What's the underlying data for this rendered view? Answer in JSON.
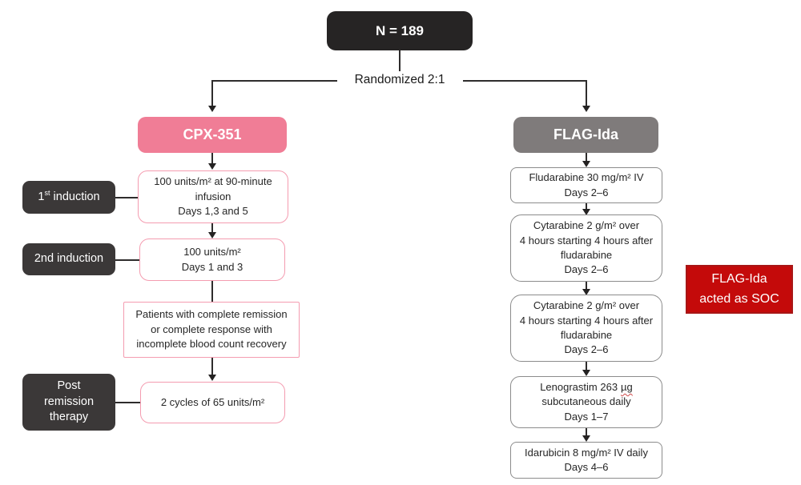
{
  "top": {
    "n_label": "N = 189",
    "randomized_label": "Randomized 2:1"
  },
  "cpx": {
    "header": "CPX-351",
    "side_labels": {
      "first": {
        "num": "1",
        "sup": "st",
        "rest": " induction"
      },
      "second": "2nd induction",
      "post": [
        "Post",
        "remission",
        "therapy"
      ]
    },
    "boxes": [
      {
        "lines": [
          "100 units/m² at 90-minute",
          "infusion",
          "Days 1,3 and 5"
        ]
      },
      {
        "lines": [
          "100 units/m²",
          "Days 1 and 3"
        ]
      },
      {
        "lines": [
          "Patients with complete remission",
          "or complete response with",
          "incomplete blood count recovery"
        ]
      },
      {
        "lines": [
          "2 cycles of 65 units/m²"
        ]
      }
    ]
  },
  "flag": {
    "header": "FLAG-Ida",
    "boxes": [
      {
        "lines": [
          "Fludarabine 30 mg/m² IV",
          "Days 2–6"
        ]
      },
      {
        "lines": [
          "Cytarabine 2 g/m² over",
          "4 hours starting 4 hours after",
          "fludarabine",
          "Days 2–6"
        ]
      },
      {
        "lines": [
          "Cytarabine 2 g/m² over",
          "4 hours starting 4 hours after",
          "fludarabine",
          "Days 2–6"
        ]
      },
      {
        "line1_prefix": "Lenograstim 263",
        "line1_unit": "µg",
        "lines": [
          "subcutaneous daily",
          "Days 1–7"
        ]
      },
      {
        "lines": [
          "Idarubicin 8 mg/m² IV daily",
          "Days 4–6"
        ]
      }
    ]
  },
  "callout": {
    "lines": [
      "FLAG-Ida",
      "acted as SOC"
    ]
  },
  "colors": {
    "near_black": "#262424",
    "dark_label": "#3b3838",
    "pink": "#f07d96",
    "pink_border": "#f49cb0",
    "gray": "#7f7b7b",
    "gray_border": "#8c8c8c",
    "red_callout": "#c40a0a",
    "connector": "#2e2c2c"
  }
}
